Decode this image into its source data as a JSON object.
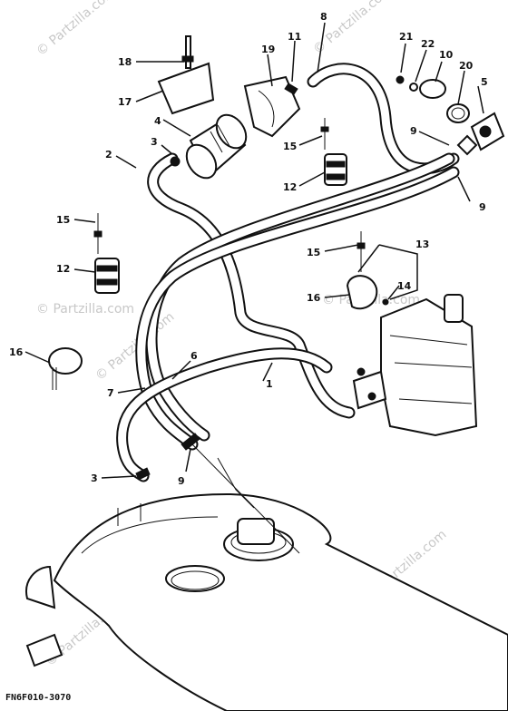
{
  "diagram": {
    "drawing_code": "FN6F010-3070",
    "watermark": "© Partzilla.com",
    "callouts": [
      "1",
      "2",
      "3",
      "3",
      "4",
      "5",
      "6",
      "7",
      "8",
      "9",
      "9",
      "9",
      "10",
      "11",
      "12",
      "12",
      "13",
      "14",
      "15",
      "15",
      "15",
      "16",
      "16",
      "17",
      "18",
      "19",
      "20",
      "21",
      "22"
    ],
    "labels": {
      "c18": "18",
      "c17": "17",
      "c4": "4",
      "c3a": "3",
      "c2": "2",
      "c19": "19",
      "c11": "11",
      "c8": "8",
      "c21": "21",
      "c22": "22",
      "c10": "10",
      "c20": "20",
      "c5": "5",
      "c9a": "9",
      "c9b": "9",
      "c15a": "15",
      "c12a": "12",
      "c15b": "15",
      "c12b": "12",
      "c15c": "15",
      "c13": "13",
      "c14": "14",
      "c16a": "16",
      "c16b": "16",
      "c6": "6",
      "c7": "7",
      "c1": "1",
      "c3b": "3",
      "c9c": "9"
    }
  }
}
